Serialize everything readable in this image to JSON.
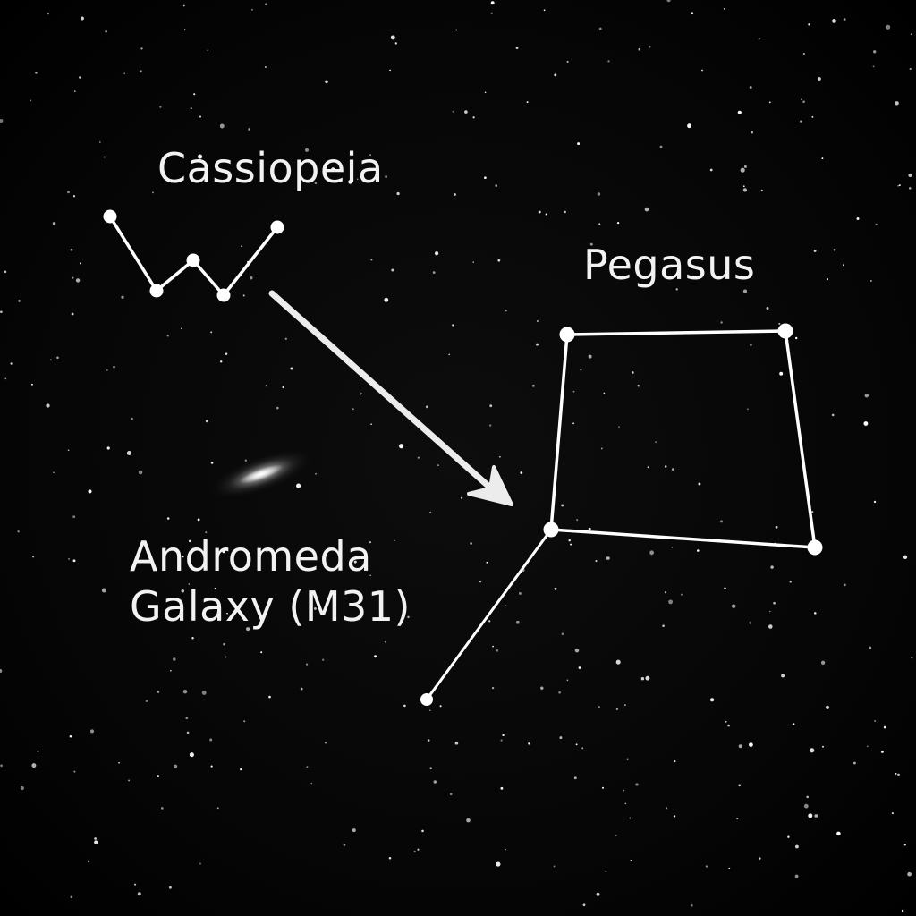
{
  "labels": {
    "cassiopeia": "Cassiopeia",
    "pegasus": "Pegasus",
    "andromeda_line1": "Andromeda",
    "andromeda_line2": "Galaxy (M31)"
  },
  "colors": {
    "background": "#000000",
    "lines": "#ffffff",
    "text": "#f2f2f2"
  }
}
